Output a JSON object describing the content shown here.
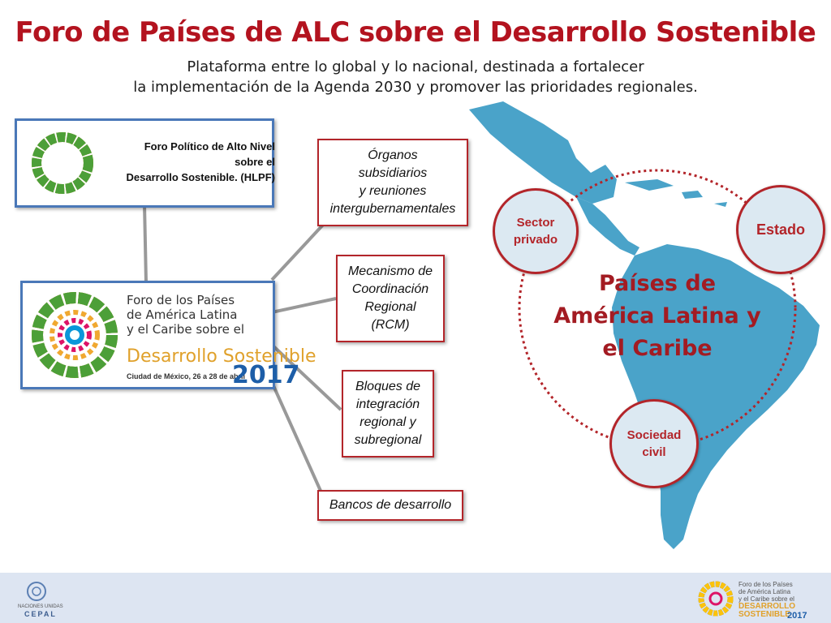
{
  "header": {
    "title": "Foro de Países de ALC sobre el Desarrollo Sostenible",
    "subtitle_line1": "Plataforma entre lo global y lo nacional, destinada a fortalecer",
    "subtitle_line2": "la implementación de la Agenda 2030 y promover las prioridades regionales."
  },
  "hlpf": {
    "line1": "Foro Político de Alto Nivel",
    "line2": "sobre el",
    "line3": "Desarrollo Sostenible. (HLPF)"
  },
  "foro_logo": {
    "line1": "Foro de los Países",
    "line2": "de América Latina",
    "line3": "y el Caribe sobre el",
    "big": "Desarrollo Sostenible",
    "date": "Ciudad de México, 26 a 28 de abril",
    "year": "2017"
  },
  "branches": [
    {
      "line1": "Órganos",
      "line2": "subsidiarios",
      "line3": "y reuniones",
      "line4": "intergubernamentales"
    },
    {
      "line1": "Mecanismo de",
      "line2": "Coordinación",
      "line3": "Regional",
      "line4": "(RCM)"
    },
    {
      "line1": "Bloques de",
      "line2": "integración",
      "line3": "regional y",
      "line4": "subregional"
    },
    {
      "line1": "Bancos de desarrollo"
    }
  ],
  "map": {
    "center_line1": "Países de",
    "center_line2": "América Latina y",
    "center_line3": "el Caribe",
    "nodes": [
      {
        "line1": "Sector",
        "line2": "privado"
      },
      {
        "line1": "Estado"
      },
      {
        "line1": "Sociedad",
        "line2": "civil"
      }
    ]
  },
  "footer": {
    "un_label": "NACIONES UNIDAS",
    "cepal_label": "CEPAL",
    "logo_line1": "Foro de los Países",
    "logo_line2": "de América Latina",
    "logo_line3": "y el Caribe sobre el",
    "logo_big1": "DESARROLLO",
    "logo_big2": "SOSTENIBLE",
    "logo_year": "2017"
  },
  "colors": {
    "title_red": "#b3131f",
    "box_blue": "#4a78b8",
    "box_red": "#b3252a",
    "map_blue": "#4aa3c9",
    "footer_bg": "#dde5f2"
  }
}
